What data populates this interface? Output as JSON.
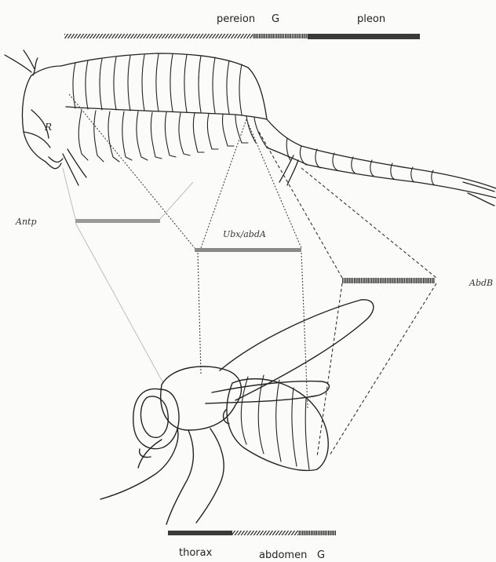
{
  "figure": {
    "top_bar_labels": {
      "pereion": "pereion",
      "g_top": "G",
      "pleon": "pleon"
    },
    "bottom_bar_labels": {
      "thorax": "thorax",
      "abdomen": "abdomen",
      "g_bottom": "G"
    },
    "gene_labels": {
      "antp": "Antp",
      "ubx_abda": "Ubx/abdA",
      "abdb": "AbdB"
    },
    "colors": {
      "line": "#222222",
      "grey_bar": "#9a9a9a",
      "paper": "#fbfbfa"
    }
  }
}
